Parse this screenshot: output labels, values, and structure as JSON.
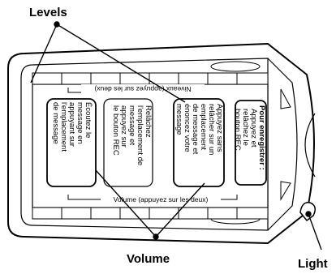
{
  "callouts": {
    "levels": "Levels",
    "volume": "Volume",
    "light": "Light"
  },
  "strips": {
    "top": "Niveaux (appuyez sur les deux)",
    "bottom": "Volume (appuyez sur les deux)"
  },
  "panels": {
    "p1": [
      "Écoutez le",
      "message en",
      "appuyant sur",
      "l'emplacement",
      "de message"
    ],
    "p2": [
      "Relâchez",
      "l'emplacement de",
      "message et",
      "appuyez sur",
      "le bouton REC"
    ],
    "p3": [
      "Appuyez sans",
      "relâcher sur un",
      "emplacement",
      "de message et",
      "énoncez votre",
      "message"
    ],
    "p4_title": "Pour enregistrer :",
    "p4": [
      "Appuyez et",
      "relâchez le",
      "bouton REC"
    ]
  }
}
